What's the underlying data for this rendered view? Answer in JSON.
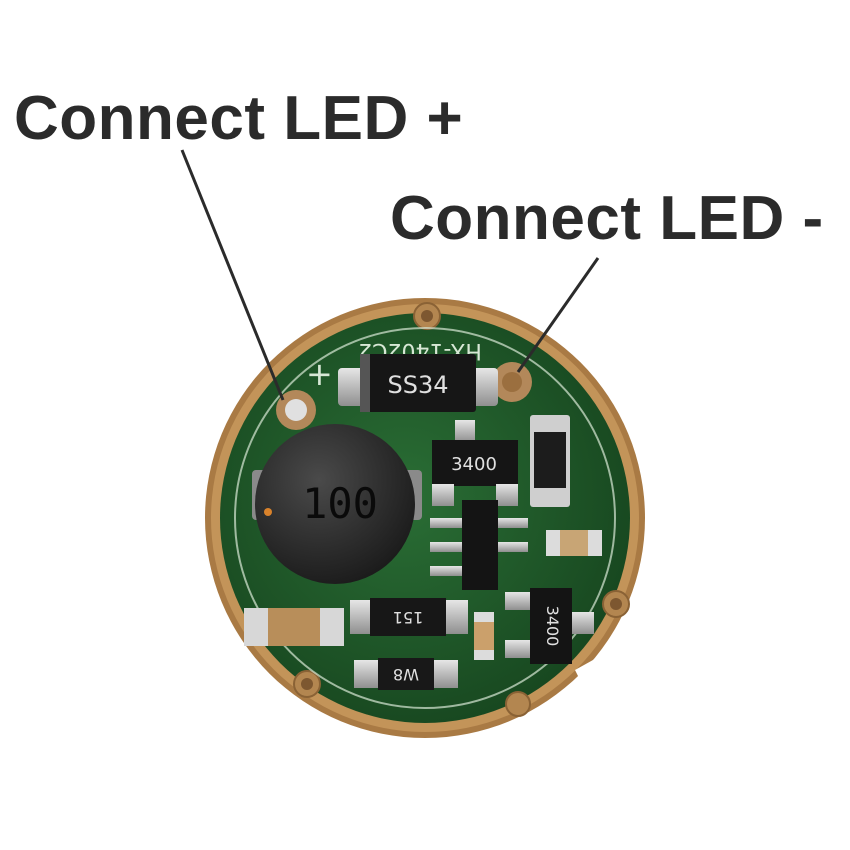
{
  "labels": {
    "led_positive": "Connect LED +",
    "led_negative": "Connect LED -"
  },
  "board": {
    "silkscreen_text": "HX-1402C2",
    "diode_marking": "SS34",
    "inductor_marking": "100",
    "mosfet_marking_top": "3400",
    "mosfet_marking_right": "3400",
    "resistor_marking": "151",
    "small_diode_marking": "W8"
  },
  "colors": {
    "pcb": "#1f5a2a",
    "gold_ring": "#a97a44",
    "annotation_text": "#2b2b2b"
  }
}
